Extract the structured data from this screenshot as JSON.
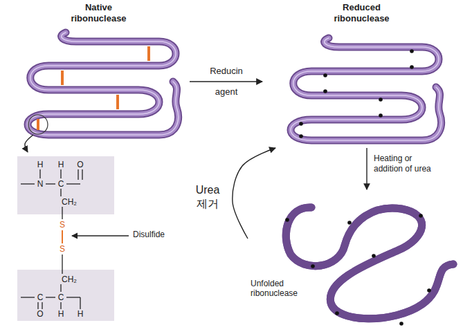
{
  "diagram": {
    "nodes": [
      {
        "text": [
          "Native ribonuclease"
        ]
      },
      {
        "text": [
          "Reduced ribonuclease"
        ]
      },
      {
        "text": [
          "Unfolded ribonuclease"
        ]
      },
      {
        "text": [
          "Disulfide"
        ]
      }
    ],
    "edges": [
      {
        "from": 0,
        "to": 1,
        "arrow": "to",
        "label": "Reducin agent"
      },
      {
        "from": 1,
        "to": 2,
        "arrow": "to",
        "label": "Heating or addition of urea"
      },
      {
        "from": 2,
        "to": 1,
        "arrow": "to",
        "label": "Urea 제거"
      },
      {
        "from": 0,
        "to": 3,
        "arrow": "to"
      }
    ],
    "labels": [
      "H",
      "H",
      "O",
      "N",
      "C",
      "CH₂",
      "S",
      "S",
      "CH₂",
      "C",
      "C",
      "O",
      "H",
      "H"
    ]
  }
}
